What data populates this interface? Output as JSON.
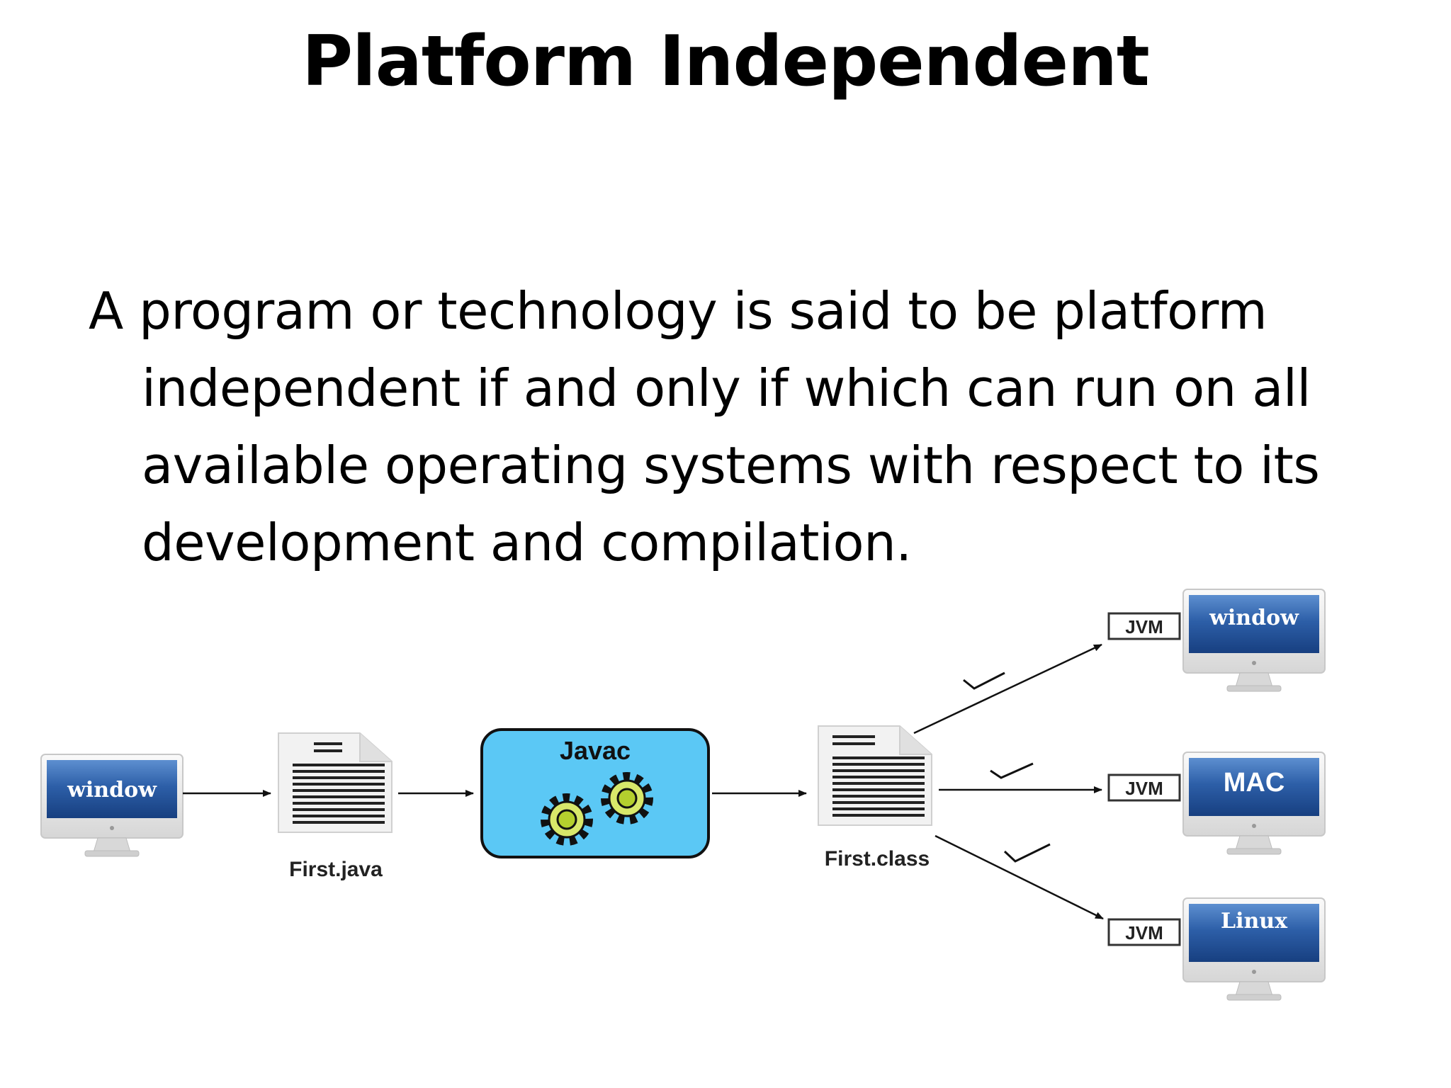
{
  "title": "Platform Independent",
  "body": "A program or technology is said to be platform independent if and only if which can run on all available operating systems with respect to its development and compilation.",
  "diagram": {
    "source_monitor": "window",
    "source_file": "First.java",
    "compiler": "Javac",
    "class_file": "First.class",
    "jvm_label": "JVM",
    "targets": [
      {
        "os": "window"
      },
      {
        "os": "MAC"
      },
      {
        "os": "Linux"
      }
    ]
  },
  "colors": {
    "screen_blue": "#1a4a8f",
    "javac_fill": "#5bc8f5",
    "gear_fill": "#d8e86a"
  }
}
